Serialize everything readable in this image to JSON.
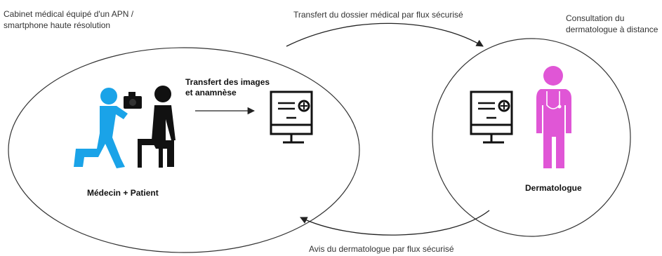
{
  "top_left_caption": [
    "Cabinet médical équipé d'un APN /",
    "smartphone haute résolution"
  ],
  "top_right_caption": [
    "Consultation du",
    "dermatologue à distance"
  ],
  "arrow_top_label": "Transfert du dossier médical par flux sécurisé",
  "arrow_bottom_label": "Avis du dermatologue par flux sécurisé",
  "left_node": {
    "transfer_label": [
      "Transfert des images",
      "et anamnèse"
    ],
    "label": "Médecin + Patient"
  },
  "right_node": {
    "label": "Dermatologue"
  },
  "colors": {
    "doctor": "#1aa3e8",
    "patient": "#111111",
    "dermatologist": "#e056d6",
    "outline": "#333333"
  },
  "icons": [
    "photographer-icon",
    "camera-icon",
    "seated-patient-icon",
    "monitor-icon",
    "doctor-stethoscope-icon"
  ]
}
